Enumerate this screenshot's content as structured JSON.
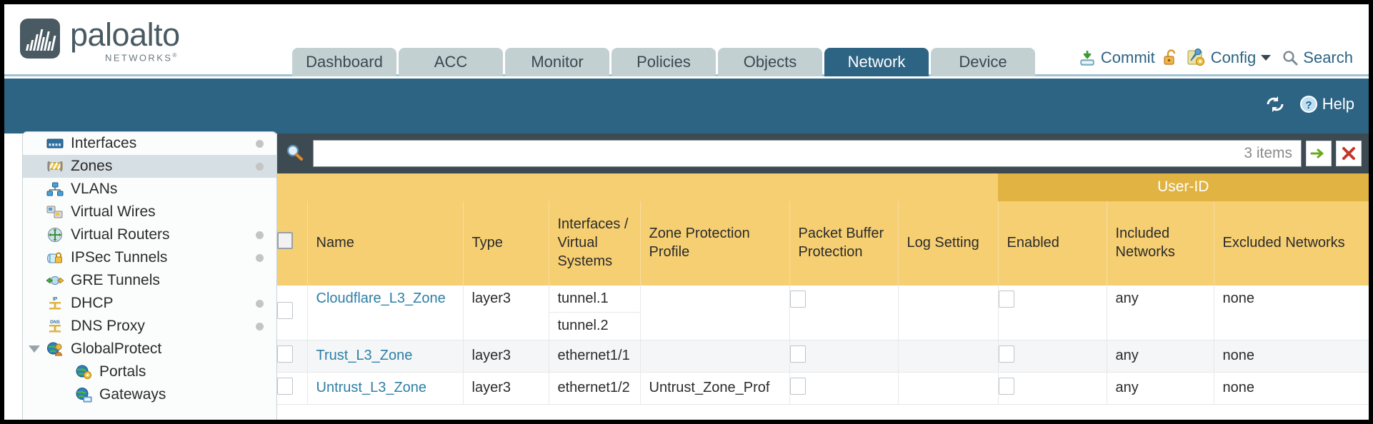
{
  "brand": {
    "name": "paloalto",
    "tagline": "NETWORKS",
    "trademark": "®",
    "logo_color": "#4a5a63",
    "accent_blue": "#2d6383",
    "header_gold": "#f6cf72",
    "group_gold": "#e0b342"
  },
  "nav": {
    "tabs": [
      {
        "label": "Dashboard",
        "active": false
      },
      {
        "label": "ACC",
        "active": false
      },
      {
        "label": "Monitor",
        "active": false
      },
      {
        "label": "Policies",
        "active": false
      },
      {
        "label": "Objects",
        "active": false
      },
      {
        "label": "Network",
        "active": true
      },
      {
        "label": "Device",
        "active": false
      }
    ]
  },
  "toplinks": {
    "commit": {
      "label": "Commit",
      "icon": "commit-icon"
    },
    "lock": {
      "icon": "unlock-icon"
    },
    "config": {
      "label": "Config",
      "icon": "config-wrench-icon",
      "caret": "chevron-down-icon"
    },
    "search": {
      "label": "Search",
      "icon": "search-icon"
    }
  },
  "subbar": {
    "refresh": {
      "icon": "refresh-icon"
    },
    "help": {
      "label": "Help",
      "icon": "help-icon"
    }
  },
  "sidebar": {
    "items": [
      {
        "label": "Interfaces",
        "icon": "interfaces-icon",
        "selected": false,
        "dot": true,
        "child": false,
        "caret": false
      },
      {
        "label": "Zones",
        "icon": "zones-icon",
        "selected": true,
        "dot": true,
        "child": false,
        "caret": false
      },
      {
        "label": "VLANs",
        "icon": "vlans-icon",
        "selected": false,
        "dot": false,
        "child": false,
        "caret": false
      },
      {
        "label": "Virtual Wires",
        "icon": "virtual-wires-icon",
        "selected": false,
        "dot": false,
        "child": false,
        "caret": false
      },
      {
        "label": "Virtual Routers",
        "icon": "virtual-routers-icon",
        "selected": false,
        "dot": true,
        "child": false,
        "caret": false
      },
      {
        "label": "IPSec Tunnels",
        "icon": "ipsec-tunnels-icon",
        "selected": false,
        "dot": true,
        "child": false,
        "caret": false
      },
      {
        "label": "GRE Tunnels",
        "icon": "gre-tunnels-icon",
        "selected": false,
        "dot": false,
        "child": false,
        "caret": false
      },
      {
        "label": "DHCP",
        "icon": "dhcp-icon",
        "selected": false,
        "dot": true,
        "child": false,
        "caret": false
      },
      {
        "label": "DNS Proxy",
        "icon": "dns-proxy-icon",
        "selected": false,
        "dot": true,
        "child": false,
        "caret": false
      },
      {
        "label": "GlobalProtect",
        "icon": "globalprotect-icon",
        "selected": false,
        "dot": false,
        "child": false,
        "caret": true
      },
      {
        "label": "Portals",
        "icon": "portals-icon",
        "selected": false,
        "dot": false,
        "child": true,
        "caret": false
      },
      {
        "label": "Gateways",
        "icon": "gateways-icon",
        "selected": false,
        "dot": false,
        "child": true,
        "caret": false
      }
    ]
  },
  "search": {
    "value": "",
    "placeholder": "",
    "icon": "search-magnifier-icon",
    "item_count": "3 items",
    "apply_icon": "green-arrow-apply-icon",
    "clear_icon": "red-x-clear-icon"
  },
  "table": {
    "group_header": {
      "label": "User-ID",
      "span": 3
    },
    "columns": [
      {
        "key": "check",
        "label": ""
      },
      {
        "key": "name",
        "label": "Name"
      },
      {
        "key": "type",
        "label": "Type"
      },
      {
        "key": "interfaces",
        "label": "Interfaces / Virtual Systems"
      },
      {
        "key": "zone_protection",
        "label": "Zone Protection Profile"
      },
      {
        "key": "packet_buffer",
        "label": "Packet Buffer Protection"
      },
      {
        "key": "log_setting",
        "label": "Log Setting"
      },
      {
        "key": "enabled",
        "label": "Enabled"
      },
      {
        "key": "included",
        "label": "Included Networks"
      },
      {
        "key": "excluded",
        "label": "Excluded Networks"
      }
    ],
    "rows": [
      {
        "selected": false,
        "name": "Cloudflare_L3_Zone",
        "type": "layer3",
        "interfaces": [
          "tunnel.1",
          "tunnel.2"
        ],
        "zone_protection": "",
        "packet_buffer_checked": false,
        "log_setting": "",
        "enabled_checked": false,
        "included": "any",
        "excluded": "none"
      },
      {
        "selected": false,
        "name": "Trust_L3_Zone",
        "type": "layer3",
        "interfaces": [
          "ethernet1/1"
        ],
        "zone_protection": "",
        "packet_buffer_checked": false,
        "log_setting": "",
        "enabled_checked": false,
        "included": "any",
        "excluded": "none"
      },
      {
        "selected": false,
        "name": "Untrust_L3_Zone",
        "type": "layer3",
        "interfaces": [
          "ethernet1/2"
        ],
        "zone_protection": "Untrust_Zone_Prof",
        "packet_buffer_checked": false,
        "log_setting": "",
        "enabled_checked": false,
        "included": "any",
        "excluded": "none"
      }
    ]
  }
}
